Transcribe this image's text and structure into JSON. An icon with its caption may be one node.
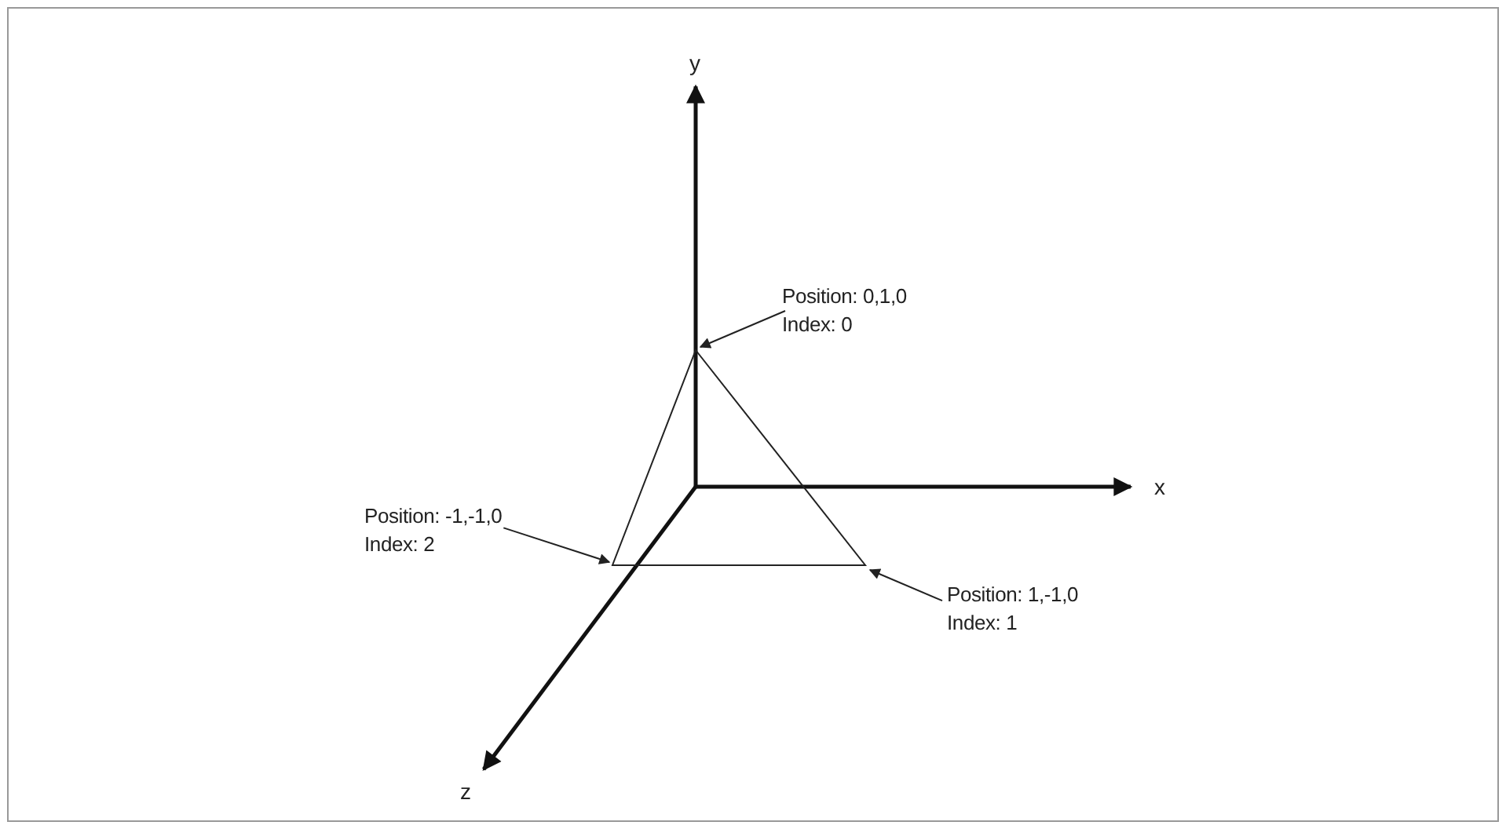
{
  "diagram": {
    "nodes": [
      {
        "text": [
          "Position: 0,1,0",
          "Index: 0"
        ]
      },
      {
        "text": [
          "Position: -1,-1,0",
          "Index: 2"
        ]
      },
      {
        "text": [
          "Position: 1,-1,0",
          "Index: 1"
        ]
      },
      {
        "text": [],
        "shape": "triangle"
      }
    ],
    "edges": [
      {
        "from": 0,
        "to": 3,
        "arrow": "to"
      },
      {
        "from": 1,
        "to": 3,
        "arrow": "to"
      },
      {
        "from": 2,
        "to": 3,
        "arrow": "to"
      }
    ],
    "labels": [
      "y",
      "x",
      "z"
    ]
  }
}
